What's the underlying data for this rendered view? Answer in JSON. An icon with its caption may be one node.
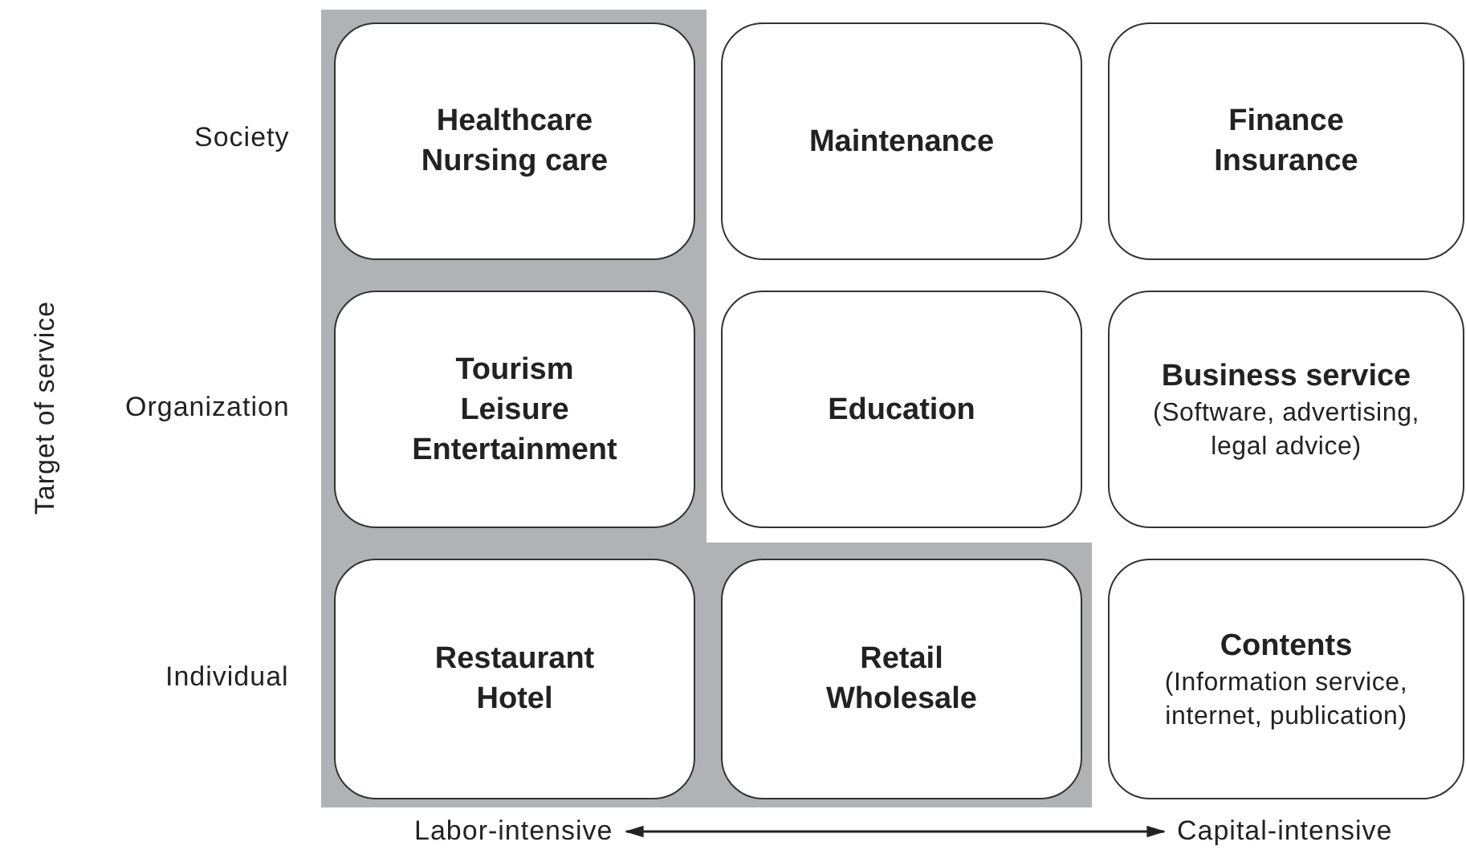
{
  "diagram": {
    "nodes": [
      {
        "text": [
          "Healthcare",
          "Nursing care"
        ]
      },
      {
        "text": [
          "Maintenance"
        ]
      },
      {
        "text": [
          "Finance",
          "Insurance"
        ]
      },
      {
        "text": [
          "Tourism",
          "Leisure",
          "Entertainment"
        ]
      },
      {
        "text": [
          "Education"
        ]
      },
      {
        "text": [
          "Business service",
          "(Software, advertising, legal advice)"
        ]
      },
      {
        "text": [
          "Restaurant",
          "Hotel"
        ]
      },
      {
        "text": [
          "Retail",
          "Wholesale"
        ]
      },
      {
        "text": [
          "Contents",
          "(Information service, internet, publication)"
        ]
      },
      {
        "text": [
          "Labor-intensive"
        ]
      },
      {
        "text": [
          "Capital-intensive"
        ]
      }
    ],
    "edges": [
      {
        "from": 9,
        "to": 10,
        "arrow": "both"
      }
    ],
    "labels": [
      "Target of service",
      "Society",
      "Organization",
      "Individual"
    ]
  }
}
